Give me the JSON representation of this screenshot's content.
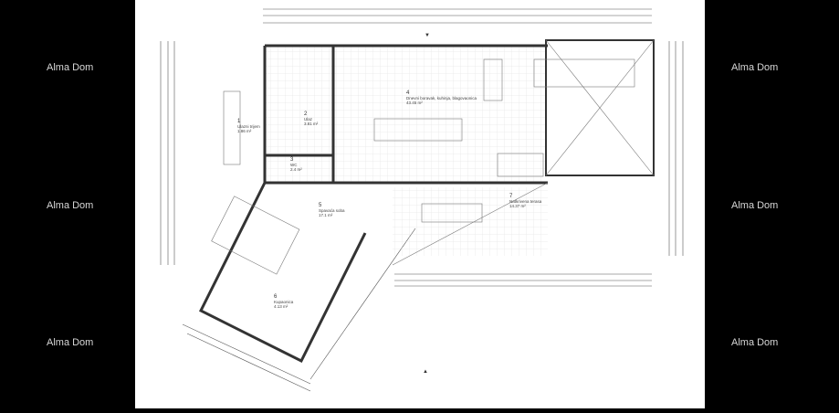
{
  "watermark": "Alma Dom",
  "rooms": [
    {
      "num": "1",
      "name": "Ulazni trijem",
      "area": "1.86 m²"
    },
    {
      "num": "2",
      "name": "Ulaz",
      "area": "3.81 m²"
    },
    {
      "num": "3",
      "name": "WC",
      "area": "2.4 m²"
    },
    {
      "num": "4",
      "name": "Dnevni boravak, kuhinja, blagovaonica",
      "area": "43.45 m²"
    },
    {
      "num": "5",
      "name": "Spavaća soba",
      "area": "17.1 m²"
    },
    {
      "num": "6",
      "name": "Kupaonica",
      "area": "4.13 m²"
    },
    {
      "num": "7",
      "name": "Natkrivena terasa",
      "area": "14.37 m²"
    }
  ]
}
